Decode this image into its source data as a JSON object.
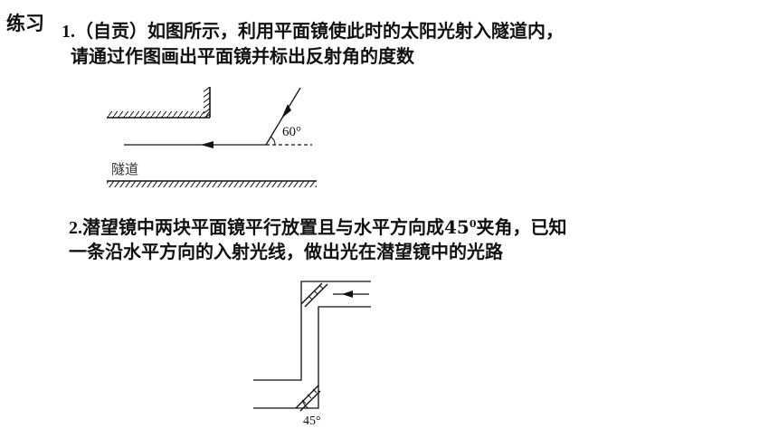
{
  "header": {
    "title": "练习"
  },
  "q1": {
    "number": "1.",
    "line1": "（自贡）如图所示，利用平面镜使此时的太阳光射入隧道内，",
    "line2": "请通过作图画出平面镜并标出反射角的度数",
    "figure": {
      "angle_label": "60°",
      "tunnel_label": "隧道"
    }
  },
  "q2": {
    "number": "2.",
    "line1_before": "潜望镜中两块平面镜平行放置且与水平方向成45",
    "line1_sup": "0",
    "line1_after": "夹角，已知",
    "line2": "一条沿水平方向的入射光线，做出光在潜望镜中的光路",
    "figure": {
      "angle_label": "45°"
    }
  }
}
